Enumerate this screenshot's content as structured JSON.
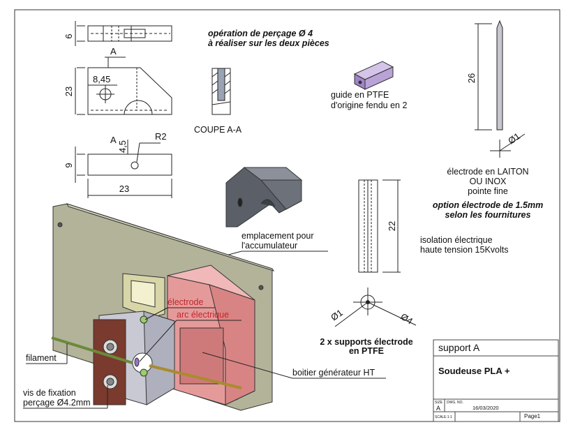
{
  "sheet": {
    "part_name": "support A",
    "title": "Soudeuse PLA +",
    "size_label": "SIZE",
    "size_value": "A",
    "dwg_no_label": "DWG. NO.",
    "date": "16/03/2020",
    "scale_label": "SCALE:1:1",
    "page": "Page1"
  },
  "views": {
    "top_dim": "6",
    "front_section_mark": "A",
    "front_height": "23",
    "front_hole": "8,45",
    "bottom_section_mark": "A",
    "bottom_offset": "4,5",
    "bottom_radius": "R2",
    "bottom_height": "9",
    "bottom_width": "23",
    "section_label": "COUPE A-A"
  },
  "notes": {
    "drilling_line1": "opération de perçage Ø 4",
    "drilling_line2": "à réaliser sur les deux pièces",
    "guide_line1": "guide en PTFE",
    "guide_line2": "d'origine fendu en 2",
    "electrode_length": "26",
    "electrode_dia": "Ø1",
    "electrode_line1": "électrode en LAITON",
    "electrode_line2": "OU INOX",
    "electrode_line3": "pointe fine",
    "option_line1": "option électrode de 1.5mm",
    "option_line2": "selon les fournitures",
    "insulation_length": "22",
    "insulation_line1": "isolation électrique",
    "insulation_line2": "haute tension 15Kvolts",
    "accu_line1": "emplacement pour",
    "accu_line2": "l'accumulateur",
    "support_dia_inner": "Ø1",
    "support_dia_outer": "Ø4",
    "support_line1": "2 x supports électrode",
    "support_line2": "en PTFE"
  },
  "assembly": {
    "electrode": "électrode",
    "arc": "arc électrique",
    "filament": "filament",
    "generator": "boitier générateur HT",
    "screw_line1": "vis de fixation",
    "screw_line2": "perçage Ø4.2mm"
  },
  "colors": {
    "plate": "#b3b39a",
    "box": "#e59a9a",
    "bracket": "#d8d6a8",
    "block": "#c9c9d4",
    "guide": "#b9a2d6",
    "rod": "#7a8f4a",
    "red_text": "#c0282c"
  }
}
